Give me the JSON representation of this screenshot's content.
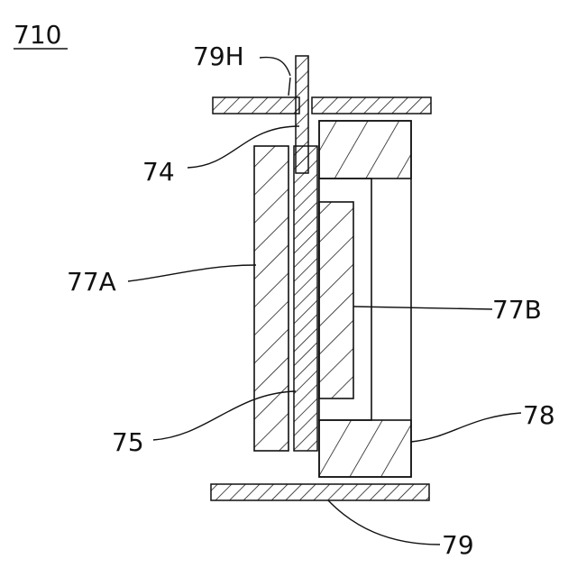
{
  "figure": {
    "number": "710"
  },
  "labels": {
    "l79H": "79H",
    "l74": "74",
    "l77A": "77A",
    "l77B": "77B",
    "l75": "75",
    "l78": "78",
    "l79": "79"
  },
  "colors": {
    "line": "#111111",
    "background": "#ffffff"
  }
}
